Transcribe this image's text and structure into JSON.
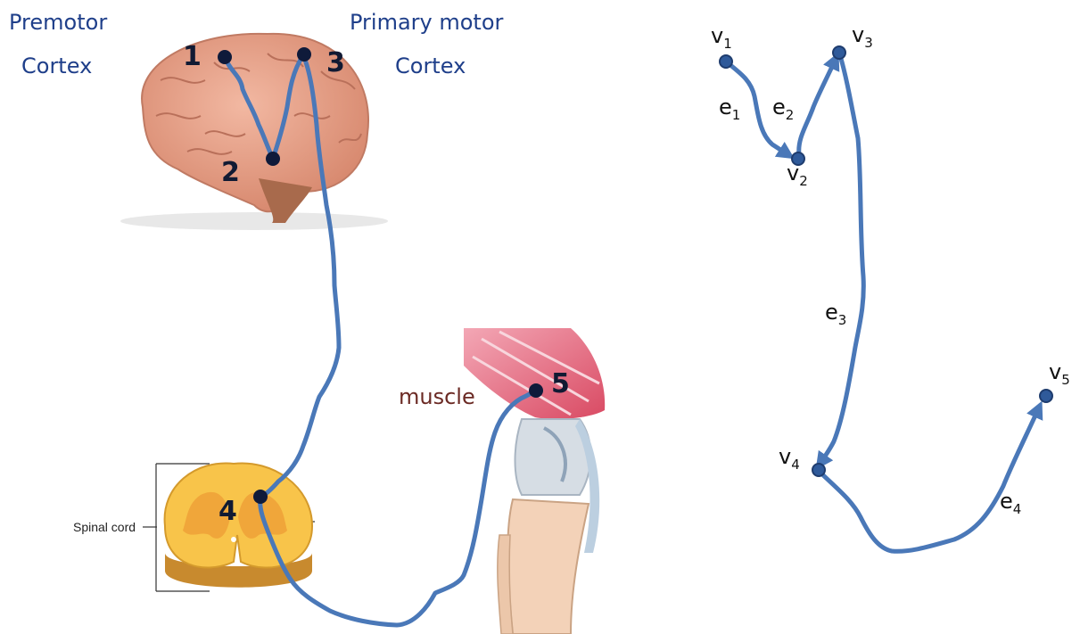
{
  "labels": {
    "premotor_line1": "Premotor",
    "premotor_line2": "Cortex",
    "primary_line1": "Primary motor",
    "primary_line2": "Cortex",
    "muscle": "muscle",
    "spinal_cord": "Spinal cord"
  },
  "nodes": [
    "1",
    "2",
    "3",
    "4",
    "5"
  ],
  "graph": {
    "vertices": [
      {
        "base": "v",
        "sub": "1"
      },
      {
        "base": "v",
        "sub": "2"
      },
      {
        "base": "v",
        "sub": "3"
      },
      {
        "base": "v",
        "sub": "4"
      },
      {
        "base": "v",
        "sub": "5"
      }
    ],
    "edges": [
      {
        "base": "e",
        "sub": "1"
      },
      {
        "base": "e",
        "sub": "2"
      },
      {
        "base": "e",
        "sub": "3"
      },
      {
        "base": "e",
        "sub": "4"
      }
    ]
  },
  "colors": {
    "path": "#4a78b8",
    "node": "#0f1a3a",
    "vertex": "#2f5a9a",
    "label_blue": "#1f3f8a",
    "muscle_text": "#6b2a24"
  }
}
